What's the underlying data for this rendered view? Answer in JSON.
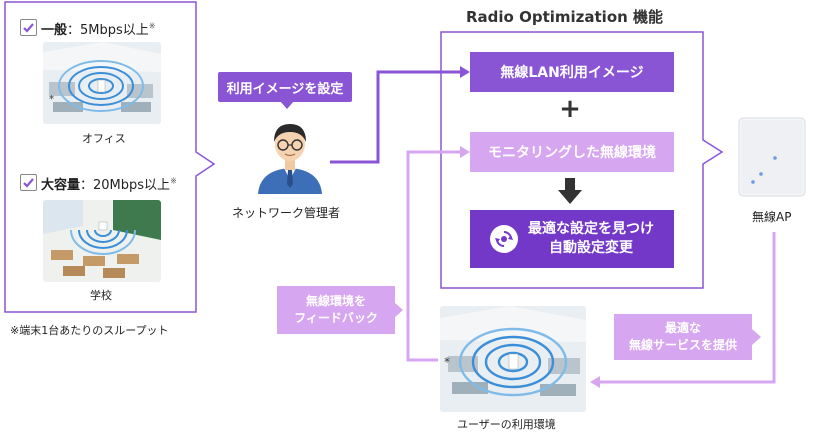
{
  "left_panel": {
    "item1": {
      "title": "一般",
      "spec": "：5Mbps以上",
      "note": "※",
      "caption": "オフィス"
    },
    "item2": {
      "title": "大容量",
      "spec": "：20Mbps以上",
      "note": "※",
      "caption": "学校"
    },
    "footnote": "※端末1台あたりのスループット"
  },
  "admin": {
    "setting_label": "利用イメージを設定",
    "caption": "ネットワーク管理者"
  },
  "ro": {
    "title": "Radio Optimization 機能",
    "step1": "無線LAN利用イメージ",
    "plus": "+",
    "step2": "モニタリングした無線環境",
    "step3_line1": "最適な設定を見つけ",
    "step3_line2": "自動設定変更"
  },
  "ap": {
    "caption": "無線AP"
  },
  "feedback": {
    "line1": "無線環境を",
    "line2": "フィードバック"
  },
  "service": {
    "line1": "最適な",
    "line2": "無線サービスを提供"
  },
  "user_env": {
    "caption": "ユーザーの利用環境"
  },
  "colors": {
    "purple": "#8a55d4",
    "dark_purple": "#7338c7",
    "light_purple": "#d6a6f0"
  }
}
